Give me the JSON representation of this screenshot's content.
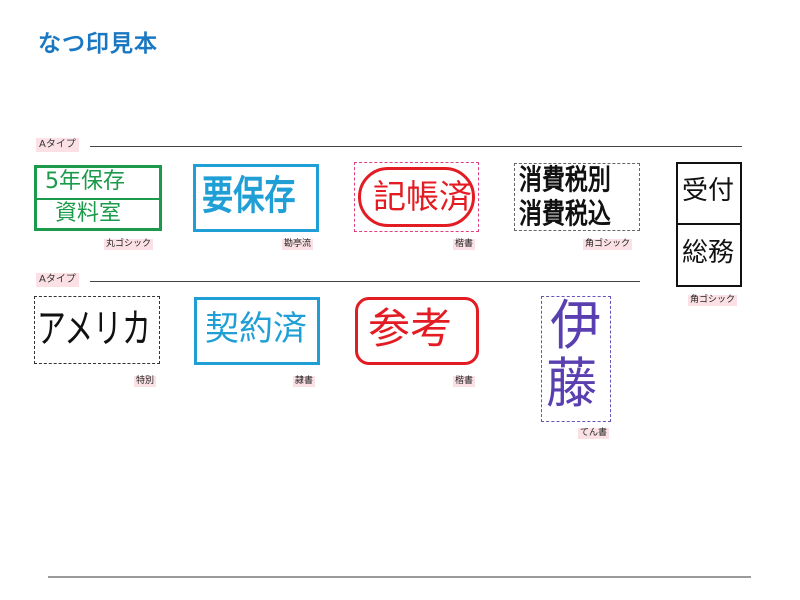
{
  "page": {
    "title": "なつ印見本",
    "title_color": "#1a78c2"
  },
  "sections": [
    {
      "label": "Aタイプ"
    },
    {
      "label": "Aタイプ"
    }
  ],
  "colors": {
    "label_bg": "#fbe1e6",
    "caption_bg": "#fbe1e6"
  },
  "stamps": {
    "hozon": {
      "line1": "5年保存",
      "line2": "資料室",
      "caption": "丸ゴシック",
      "color": "#1a9a4a"
    },
    "yoho": {
      "line1": "要保存",
      "caption": "勘亭流",
      "color": "#1f9fd6"
    },
    "kicho": {
      "line1": "記帳済",
      "caption": "楷書",
      "color": "#e31b23"
    },
    "zei": {
      "line1": "消費税別",
      "line2": "消費税込",
      "caption": "角ゴシック",
      "color": "#111111"
    },
    "uke": {
      "line1": "受付",
      "line2": "総務",
      "caption": "角ゴシック",
      "color": "#111111"
    },
    "amerika": {
      "line1": "アメリカ",
      "caption": "特別",
      "color": "#111111"
    },
    "kei": {
      "line1": "契約済",
      "caption": "隷書",
      "color": "#1f9fd6"
    },
    "sanko": {
      "line1": "参考",
      "caption": "楷書",
      "color": "#e31b23"
    },
    "ito": {
      "line1": "伊",
      "line2": "藤",
      "caption": "てん書",
      "color": "#5a3fb0"
    }
  }
}
